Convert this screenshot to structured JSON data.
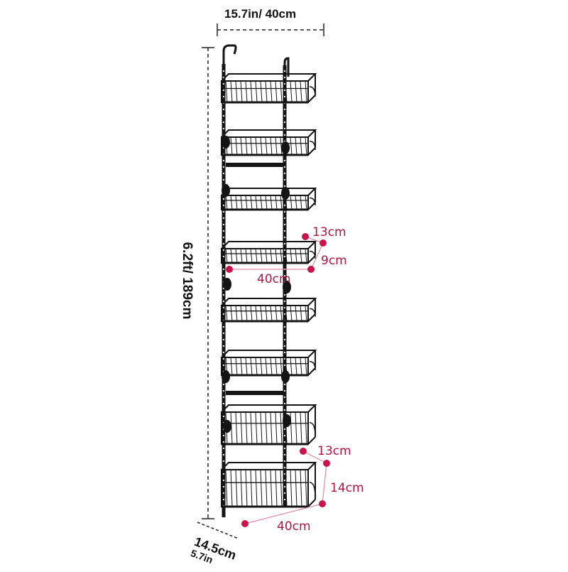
{
  "colors": {
    "frame": "#141414",
    "dim_line": "#222222",
    "accent": "#c8144a",
    "accent_text": "#b0133f",
    "background": "#ffffff"
  },
  "dimensions": {
    "width_label": "15.7in/ 40cm",
    "height_label": "6.2ft/ 189cm",
    "depth_cm_label": "14.5cm",
    "depth_in_label": "5.7in"
  },
  "small_basket": {
    "depth": "13cm",
    "height": "9cm",
    "width": "40cm"
  },
  "large_basket": {
    "depth": "13cm",
    "height": "14cm",
    "width": "40cm"
  },
  "basket_count": 8,
  "icons": [
    "dimension-arrow-icon",
    "measure-dot-icon"
  ]
}
